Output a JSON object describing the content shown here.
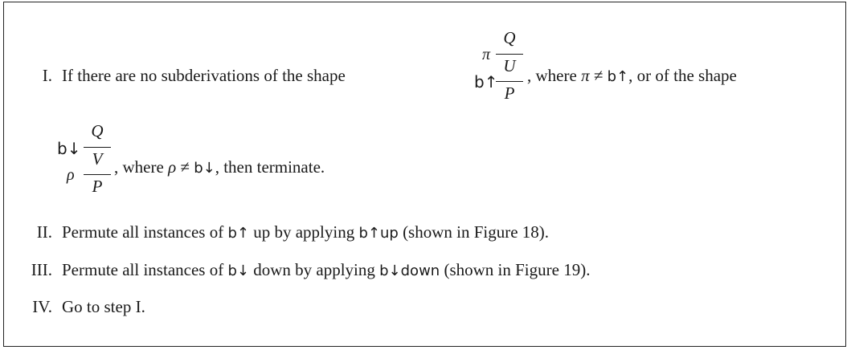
{
  "steps": [
    {
      "numeral": "I.",
      "line1_before": "If there are no subderivations of the shape",
      "line1_mid": ", where",
      "line1_cond_var": "π",
      "line1_cond_op": "≠",
      "line1_cond_rule": "b↑",
      "line1_after": ", or of the shape",
      "shape1": {
        "rule_top": "π",
        "rule_bottom": "b↑",
        "top": "Q",
        "mid": "U",
        "bottom": "P"
      },
      "shape2": {
        "rule_top": "b↓",
        "rule_bottom": "ρ",
        "top": "Q",
        "mid": "V",
        "bottom": "P"
      },
      "line2_mid": ", where",
      "line2_cond_var": "ρ",
      "line2_cond_op": "≠",
      "line2_cond_rule": "b↓",
      "line2_after": ", then terminate."
    },
    {
      "numeral": "II.",
      "text_before": "Permute all instances of",
      "rule": "b↑",
      "text_mid": "up by applying",
      "rule_name": "b↑up",
      "text_after": "(shown in Figure 18)."
    },
    {
      "numeral": "III.",
      "text_before": "Permute all instances of",
      "rule": "b↓",
      "text_mid": "down by applying",
      "rule_name": "b↓down",
      "text_after": "(shown in Figure 19)."
    },
    {
      "numeral": "IV.",
      "text": "Go to step I."
    }
  ]
}
